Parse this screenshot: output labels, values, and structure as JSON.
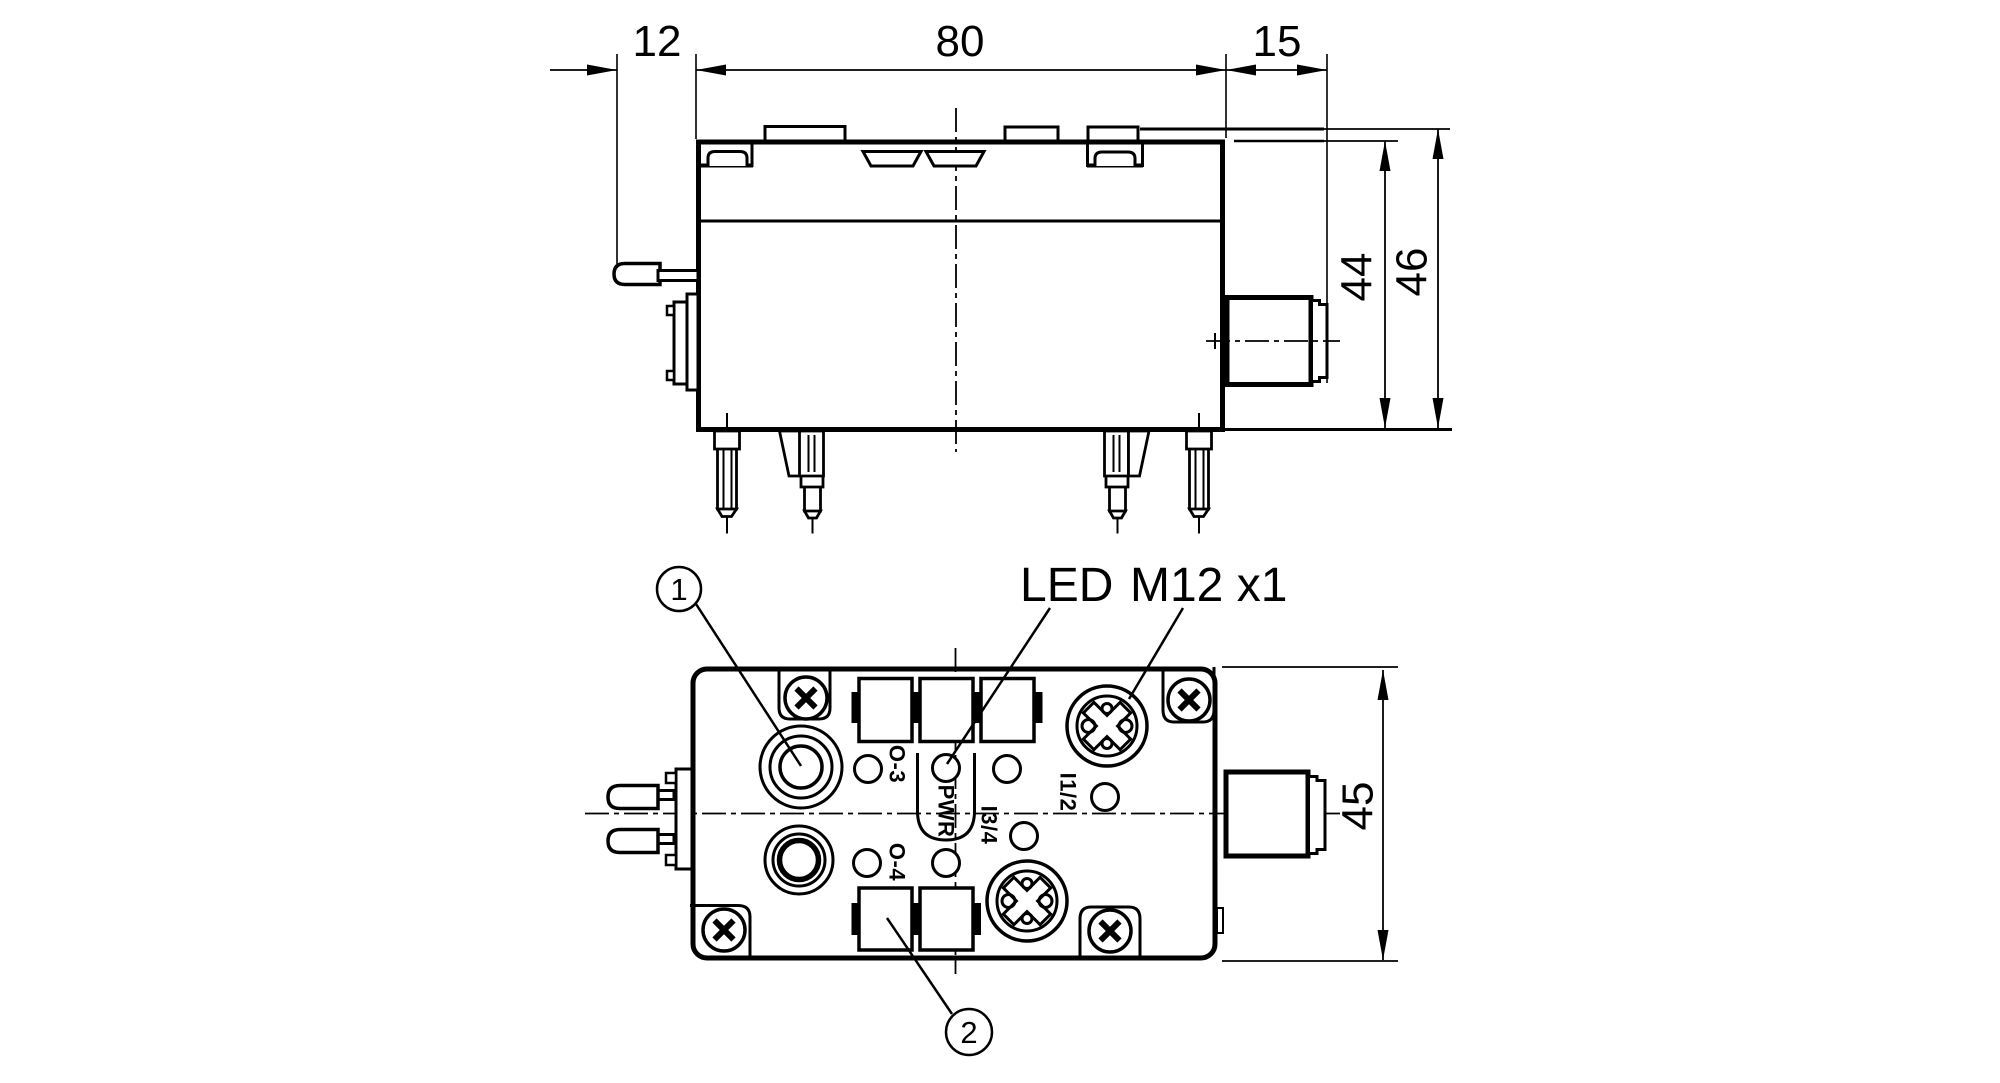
{
  "dimensions": {
    "d12": "12",
    "d80": "80",
    "d15": "15",
    "d44": "44",
    "d46": "46",
    "d45": "45"
  },
  "callouts": {
    "c1": "1",
    "c2": "2"
  },
  "connector_labels": {
    "led": "LED",
    "m12": "M12 x1"
  },
  "panel_labels": {
    "o3": "O-3",
    "pwr": "PWR",
    "i34": "I3/4",
    "i12": "I1/2",
    "o4": "O-4"
  },
  "colors": {
    "line": "#000000",
    "background": "#ffffff"
  }
}
